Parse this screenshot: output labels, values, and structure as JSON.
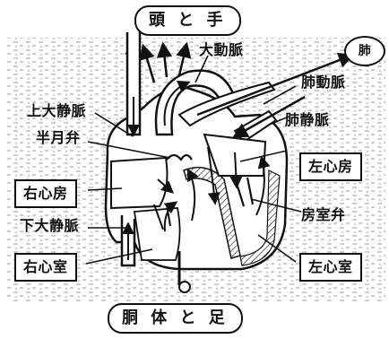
{
  "labels": {
    "head_hands": "頭 と 手",
    "lung": "肺",
    "aorta": "大動脈",
    "pulmonary_artery": "肺動脈",
    "pulmonary_vein": "肺静脈",
    "superior_vena_cava": "上大静脈",
    "semilunar_valve": "半月弁",
    "left_atrium": "左心房",
    "right_atrium": "右心房",
    "av_valve": "房室弁",
    "inferior_vena_cava": "下大静脈",
    "right_ventricle": "右心室",
    "left_ventricle": "左心室",
    "trunk_legs": "胴 体 と 足"
  },
  "colors": {
    "ink": "#111111",
    "paper": "#ffffff",
    "grain": "#9a9a9a"
  }
}
